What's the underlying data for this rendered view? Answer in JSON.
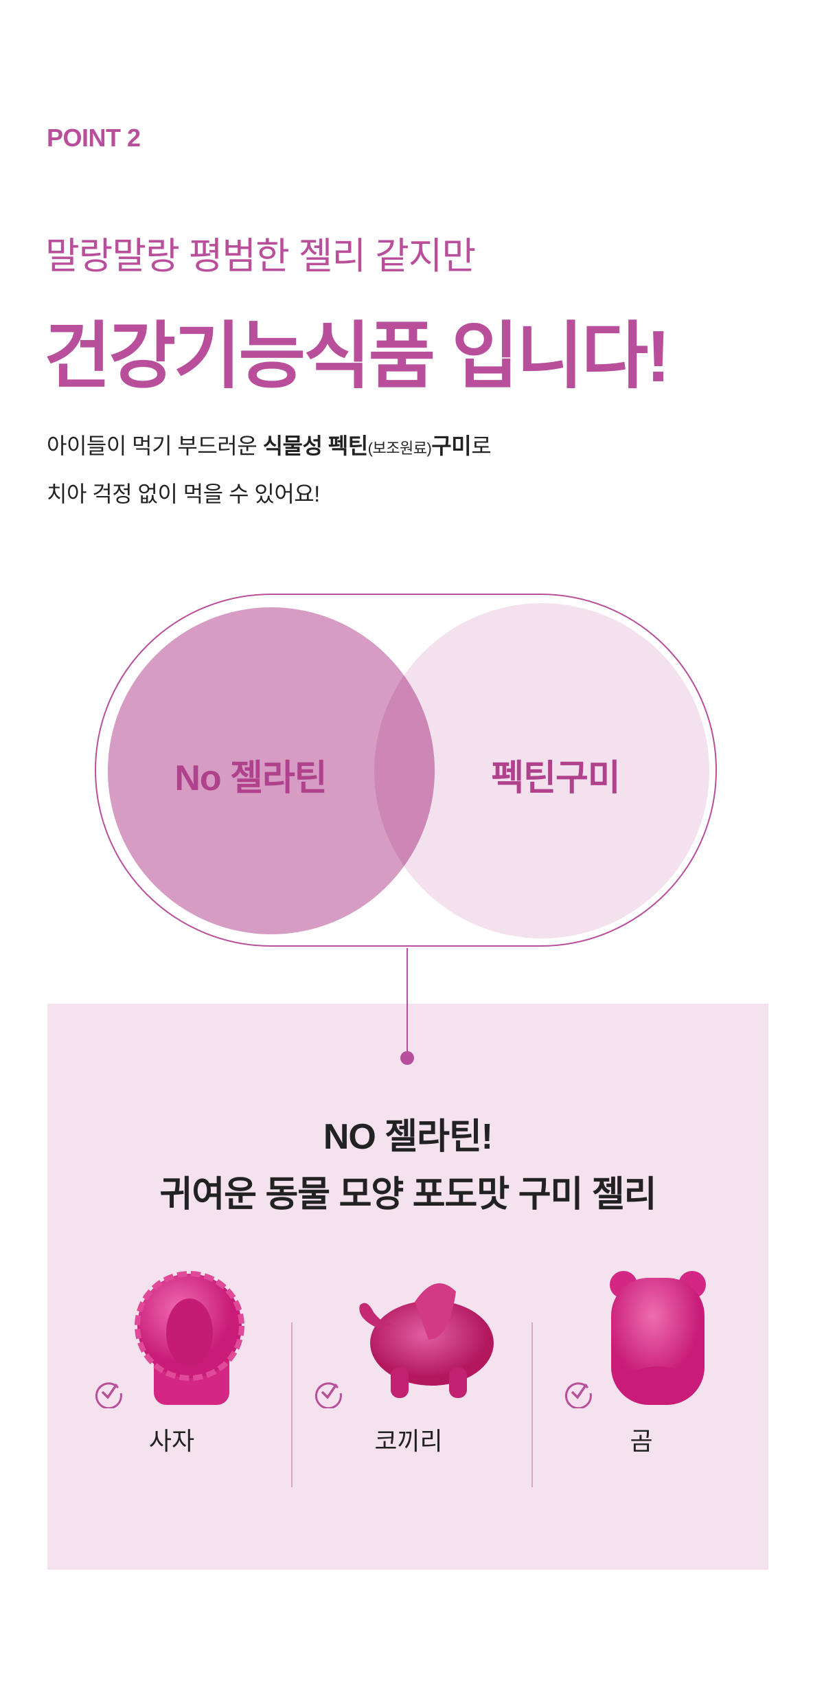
{
  "point_label": "POINT 2",
  "subtitle": "말랑말랑 평범한 젤리 같지만",
  "headline": "건강기능식품 입니다!",
  "body": {
    "line1_a": "아이들이 먹기 부드러운 ",
    "line1_bold1": "식물성 펙틴",
    "line1_small": "(보조원료)",
    "line1_bold2": "구미",
    "line1_b": "로",
    "line2": "치아 걱정 없이 먹을 수 있어요!"
  },
  "venn": {
    "left_label": "No 젤라틴",
    "right_label": "펙틴구미",
    "colors": {
      "left": "#d79cc4",
      "right": "#f3e1ee",
      "overlap": "#cd87b6",
      "border": "#b94f9a"
    }
  },
  "info_box": {
    "title_line1": "NO 젤라틴!",
    "title_line2": "귀여운 동물 모양 포도맛 구미 젤리",
    "animals": [
      {
        "label": "사자",
        "icon": "check-circle-icon"
      },
      {
        "label": "코끼리",
        "icon": "check-circle-icon"
      },
      {
        "label": "곰",
        "icon": "check-circle-icon"
      }
    ]
  },
  "colors": {
    "accent": "#b94f9a",
    "box_bg": "#f4e3ee",
    "gummy": "#d62a86"
  }
}
